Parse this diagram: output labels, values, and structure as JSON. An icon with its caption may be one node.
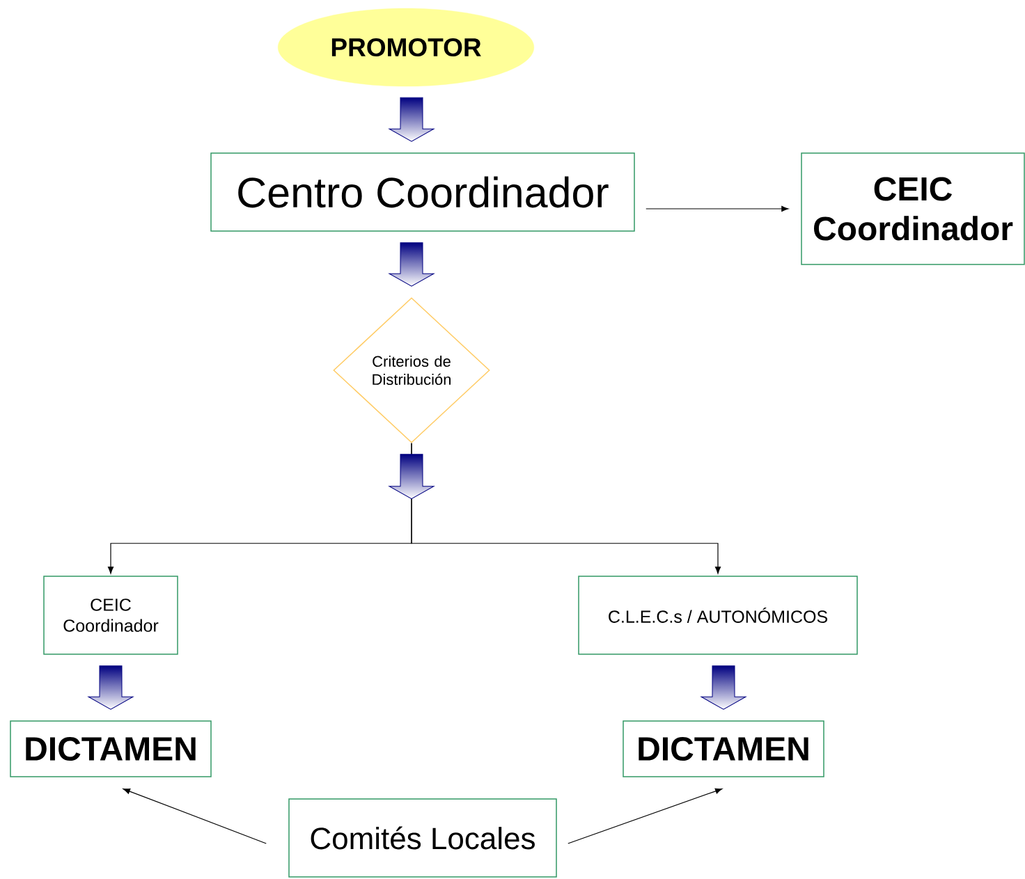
{
  "diagram": {
    "nodes": [
      {
        "text": [
          "PROMOTOR"
        ]
      },
      {
        "text": [
          "Centro Coordinador"
        ]
      },
      {
        "text": [
          "CEIC Coordinador"
        ]
      },
      {
        "text": [
          "Criterios de Distribución"
        ]
      },
      {
        "text": [
          "CEIC Coordinador"
        ]
      },
      {
        "text": [
          "C.L.E.C.s / AUTONÓMICOS"
        ]
      },
      {
        "text": [
          "DICTAMEN"
        ]
      },
      {
        "text": [
          "DICTAMEN"
        ]
      },
      {
        "text": [
          "Comités Locales"
        ]
      }
    ],
    "edges": [
      {
        "from": 0,
        "to": 1,
        "arrow": "to",
        "style": "thick"
      },
      {
        "from": 1,
        "to": 2,
        "arrow": "to"
      },
      {
        "from": 1,
        "to": 3,
        "arrow": "to",
        "style": "thick"
      },
      {
        "from": 3,
        "to": 4,
        "arrow": "to"
      },
      {
        "from": 3,
        "to": 5,
        "arrow": "to"
      },
      {
        "from": 4,
        "to": 6,
        "arrow": "to",
        "style": "thick"
      },
      {
        "from": 5,
        "to": 7,
        "arrow": "to",
        "style": "thick"
      },
      {
        "from": 8,
        "to": 6,
        "arrow": "to"
      },
      {
        "from": 8,
        "to": 7,
        "arrow": "to"
      }
    ]
  }
}
